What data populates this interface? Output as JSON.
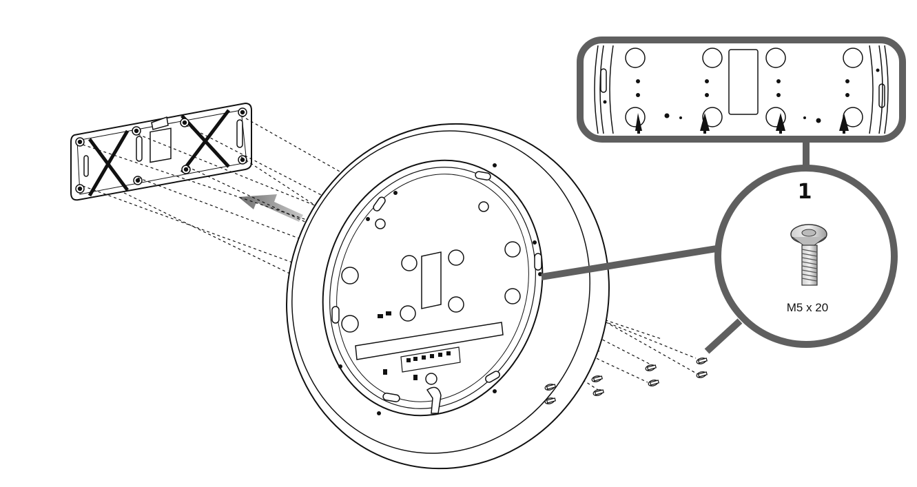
{
  "diagram": {
    "callout_number": "1",
    "screw_spec": "M5 x 20",
    "colors": {
      "callout_frame": "#5f5f5f",
      "line_art": "#111111",
      "arrow_fill": "#9a9a9a"
    },
    "icons": [
      "mounting-plate",
      "ring-housing",
      "screw-icon",
      "direction-arrow"
    ]
  }
}
